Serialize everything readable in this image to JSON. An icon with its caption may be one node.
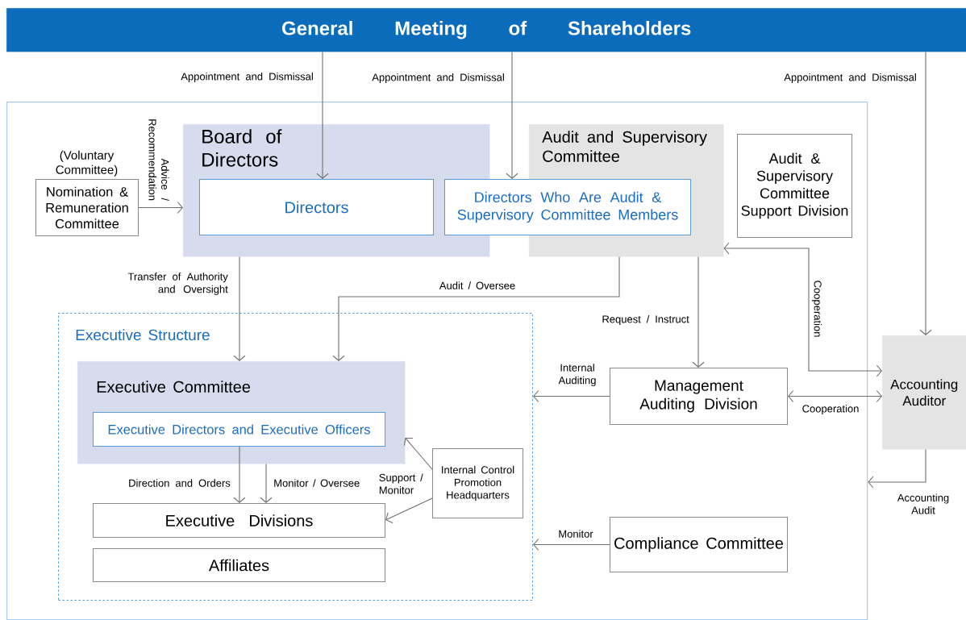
{
  "diagram": {
    "nodes": [
      {
        "text": [
          "General Meeting of Shareholders"
        ]
      },
      {
        "text": [],
        "shape": "box"
      },
      {
        "text": [
          "(Voluntary Committee)",
          "Nomination & Remuneration Committee"
        ],
        "in": 1
      },
      {
        "text": [
          "Board of Directors"
        ],
        "in": 1
      },
      {
        "text": [
          "Directors"
        ],
        "in": 3
      },
      {
        "text": [
          "Audit and Supervisory Committee"
        ],
        "in": 1
      },
      {
        "text": [
          "Directors Who Are Audit & Supervisory Committee Members"
        ],
        "in": 1
      },
      {
        "text": [
          "Audit & Supervisory Committee Support Division"
        ],
        "in": 1
      },
      {
        "text": [
          "Executive Structure"
        ],
        "in": 1
      },
      {
        "text": [
          "Executive Committee"
        ],
        "in": 8
      },
      {
        "text": [
          "Executive Directors and Executive Officers"
        ],
        "in": 9
      },
      {
        "text": [
          "Executive Divisions"
        ],
        "in": 8
      },
      {
        "text": [
          "Affiliates"
        ],
        "in": 8
      },
      {
        "text": [
          "Internal Control Promotion Headquarters"
        ],
        "in": 8
      },
      {
        "text": [
          "Management Auditing Division"
        ],
        "in": 1
      },
      {
        "text": [
          "Compliance Committee"
        ],
        "in": 1
      },
      {
        "text": [
          "Accounting Auditor"
        ]
      }
    ],
    "edges": [
      {
        "from": 0,
        "to": 4,
        "arrow": "to",
        "label": "Appointment and Dismissal"
      },
      {
        "from": 0,
        "to": 6,
        "arrow": "to",
        "label": "Appointment and Dismissal"
      },
      {
        "from": 0,
        "to": 16,
        "arrow": "to",
        "label": "Appointment and Dismissal"
      },
      {
        "from": 2,
        "to": 3,
        "arrow": "to",
        "label": "Advice / Recommendation"
      },
      {
        "from": 3,
        "to": 9,
        "arrow": "to",
        "label": "Transfer of Authority and Oversight"
      },
      {
        "from": 5,
        "to": 9,
        "arrow": "to",
        "label": "Audit / Oversee"
      },
      {
        "from": 5,
        "to": 14,
        "arrow": "to",
        "label": "Request / Instruct"
      },
      {
        "from": 5,
        "to": 16,
        "arrow": "both",
        "label": "Cooperation"
      },
      {
        "from": 14,
        "to": 16,
        "arrow": "both",
        "label": "Cooperation"
      },
      {
        "from": 14,
        "to": 8,
        "arrow": "to",
        "label": "Internal Auditing"
      },
      {
        "from": 15,
        "to": 8,
        "arrow": "to",
        "label": "Monitor"
      },
      {
        "from": 16,
        "to": 1,
        "arrow": "to",
        "label": "Accounting Audit"
      },
      {
        "from": 10,
        "to": 11,
        "arrow": "to",
        "label": "Direction and Orders"
      },
      {
        "from": 9,
        "to": 11,
        "arrow": "to",
        "label": "Monitor / Oversee"
      },
      {
        "from": 13,
        "to": 9,
        "arrow": "to",
        "label": "Support / Monitor"
      },
      {
        "from": 13,
        "to": 11,
        "arrow": "to"
      }
    ]
  }
}
